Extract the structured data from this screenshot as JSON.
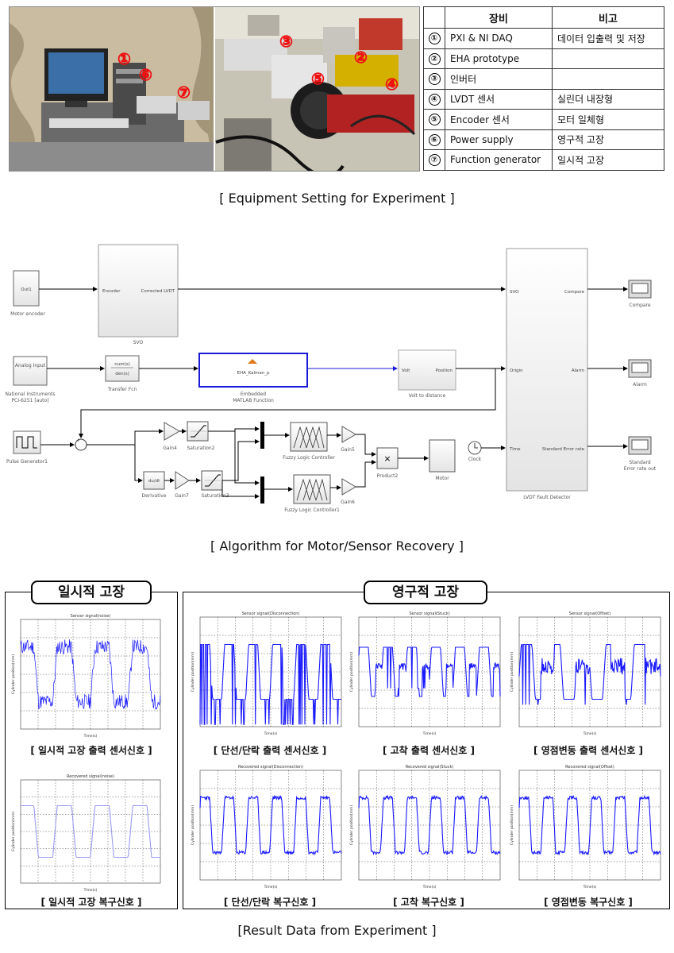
{
  "equipment": {
    "photo_markers": [
      "①",
      "②",
      "③",
      "④",
      "⑤",
      "⑥",
      "⑦"
    ],
    "table_headers": [
      "장비",
      "비고"
    ],
    "rows": [
      {
        "no": "①",
        "name": "PXI & NI DAQ",
        "note": "데이터 입출력 및 저장"
      },
      {
        "no": "②",
        "name": "EHA prototype",
        "note": ""
      },
      {
        "no": "③",
        "name": "인버터",
        "note": ""
      },
      {
        "no": "④",
        "name": "LVDT 센서",
        "note": "실린더 내장형"
      },
      {
        "no": "⑤",
        "name": "Encoder 센서",
        "note": "모터 일체형"
      },
      {
        "no": "⑥",
        "name": "Power supply",
        "note": "영구적 고장"
      },
      {
        "no": "⑦",
        "name": "Function generator",
        "note": "일시적 고장"
      }
    ],
    "caption": "[ Equipment Setting for Experiment ]"
  },
  "algorithm": {
    "caption": "[ Algorithm for Motor/Sensor Recovery ]",
    "blocks": {
      "motor_encoder": "Motor encoder",
      "motor_encoder_port": "Out1",
      "svo": "SVO",
      "svo_in": "Encoder",
      "svo_out": "Corrected LVDT",
      "analog_input_title": "Analog Input",
      "analog_input_sub1": "National Instruments",
      "analog_input_sub2": "PCI-6251 [auto]",
      "transfer_fcn_num": "num(s)",
      "transfer_fcn_den": "den(s)",
      "transfer_fcn": "Transfer Fcn",
      "kalman_fn": "EHA_Kalman_p",
      "kalman_label1": "Embedded",
      "kalman_label2": "MATLAB Function",
      "volt_to_distance": "Volt to distance",
      "volt_in": "Volt",
      "position_out": "Position",
      "pulse": "Pulse Generator1",
      "gain4": "Gain4",
      "saturation2": "Saturation2",
      "derivative": "Derivative",
      "derivative_sym": "du/dt",
      "gain7": "Gain7",
      "saturation3": "Saturation3",
      "fuzzy1": "Fuzzy Logic Controller",
      "fuzzy2": "Fuzzy Logic Controller1",
      "gain5": "Gain5",
      "gain6": "Gain6",
      "product": "Product2",
      "motor": "Motor",
      "clock": "Clock",
      "lvdt_detector": "LVDT Fault Detector",
      "det_in1": "SVO",
      "det_in2": "Origin",
      "det_in3": "Time",
      "det_out1": "Compare",
      "det_out2": "Alarm",
      "det_out3": "Standard Error rate",
      "scope1": "Compare",
      "scope2": "Alarm",
      "scope3a": "Standard",
      "scope3b": "Error rate out"
    }
  },
  "results": {
    "temp_title": "일시적 고장",
    "perm_title": "영구적 고장",
    "temp_plots": [
      {
        "title": "Sensor signal(noise)",
        "caption": "[ 일시적 고장 출력 센서신호 ]"
      },
      {
        "title": "Recovered signal(noise)",
        "caption": "[ 일시적 고장 복구신호 ]"
      }
    ],
    "perm_plots": [
      {
        "title": "Sensor signal(Disconnection)",
        "caption": "[ 단선/단락 출력 센서신호 ]"
      },
      {
        "title": "Sensor signal(Stuck)",
        "caption": "[ 고착 출력 센서신호 ]"
      },
      {
        "title": "Sensor signal(Offset)",
        "caption": "[ 영점변동 출력 센서신호 ]"
      },
      {
        "title": "Recovered signal(Disconnection)",
        "caption": "[ 단선/단락 복구신호 ]"
      },
      {
        "title": "Recovered signal(Stuck)",
        "caption": "[ 고착 복구신호 ]"
      },
      {
        "title": "Recovered signal(Offset)",
        "caption": "[ 영점변동 복구신호 ]"
      }
    ],
    "axis_xlabel": "Time(s)",
    "axis_ylabel": "Cylinder position(mm)",
    "caption": "[Result Data from Experiment ]"
  },
  "colors": {
    "signal": "#1a1aff",
    "recovered_light": "#9a9af2",
    "wire": "#000000",
    "kalman": "#1a1ad8"
  }
}
